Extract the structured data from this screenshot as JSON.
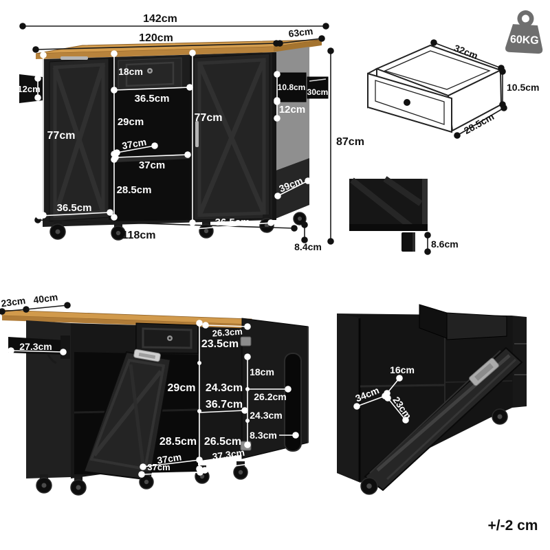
{
  "front_view": {
    "total_width": "142cm",
    "countertop_width": "120cm",
    "countertop_depth": "63cm",
    "towel_bar": "12cm",
    "drawer_height": "18cm",
    "shelf_width": "36.5cm",
    "shelf_height": "29cm",
    "left_door_height": "77cm",
    "center_height": "77cm",
    "shelf_depth": "37cm",
    "lower_shelf_width": "37cm",
    "lower_shelf_height": "28.5cm",
    "left_door_width": "36.5cm",
    "base_width": "118cm",
    "right_door_width": "36.5cm",
    "rack_height": "10.8cm",
    "rack_width": "30cm",
    "rack_offset": "12cm",
    "total_height": "87cm",
    "side_depth": "39cm",
    "caster_height": "8.4cm"
  },
  "drawer_detail": {
    "width": "32cm",
    "height": "10.5cm",
    "depth": "28.5cm"
  },
  "weight_capacity": "60KG",
  "caster_detail": {
    "leg_height": "8.6cm"
  },
  "open_view": {
    "overhang": "23cm",
    "extension": "40cm",
    "towel_bar": "27.3cm",
    "door_width": "26.3cm",
    "door_upper": "23.5cm",
    "shelf_height": "29cm",
    "mid_height": "24.3cm",
    "mid_width": "36.7cm",
    "rack_h1": "18cm",
    "rack_w": "26.2cm",
    "rack_h2": "24.3cm",
    "rack_gap": "8.3cm",
    "lower_height": "28.5cm",
    "lower_inner_h": "26.5cm",
    "depth": "37cm",
    "lower_width": "37cm",
    "lower_inner_w": "37.3cm"
  },
  "tilt_door_detail": {
    "top": "16cm",
    "depth": "34cm",
    "width": "23cm"
  },
  "tolerance_note": "+/-2 cm"
}
